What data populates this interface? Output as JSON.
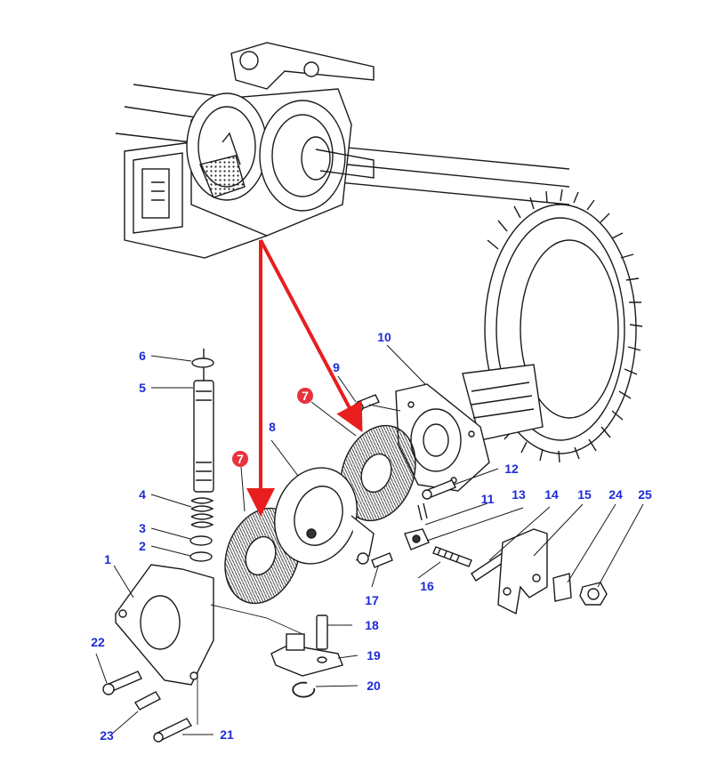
{
  "diagram": {
    "colors": {
      "label": "#1e2bd6",
      "arrow": "#e81e1e",
      "line": "#1a1a1a",
      "marker": "#e8323c"
    },
    "part_labels": [
      {
        "id": "p1",
        "text": "1"
      },
      {
        "id": "p2",
        "text": "2"
      },
      {
        "id": "p3",
        "text": "3"
      },
      {
        "id": "p4",
        "text": "4"
      },
      {
        "id": "p5",
        "text": "5"
      },
      {
        "id": "p6",
        "text": "6"
      },
      {
        "id": "p8",
        "text": "8"
      },
      {
        "id": "p9",
        "text": "9"
      },
      {
        "id": "p10",
        "text": "10"
      },
      {
        "id": "p11",
        "text": "11"
      },
      {
        "id": "p12",
        "text": "12"
      },
      {
        "id": "p13",
        "text": "13"
      },
      {
        "id": "p14",
        "text": "14"
      },
      {
        "id": "p15",
        "text": "15"
      },
      {
        "id": "p16",
        "text": "16"
      },
      {
        "id": "p17",
        "text": "17"
      },
      {
        "id": "p18",
        "text": "18"
      },
      {
        "id": "p19",
        "text": "19"
      },
      {
        "id": "p20",
        "text": "20"
      },
      {
        "id": "p21",
        "text": "21"
      },
      {
        "id": "p22",
        "text": "22"
      },
      {
        "id": "p23",
        "text": "23"
      },
      {
        "id": "p24",
        "text": "24"
      },
      {
        "id": "p25",
        "text": "25"
      }
    ],
    "markers": [
      {
        "id": "m1",
        "text": "7"
      },
      {
        "id": "m2",
        "text": "7"
      }
    ]
  }
}
